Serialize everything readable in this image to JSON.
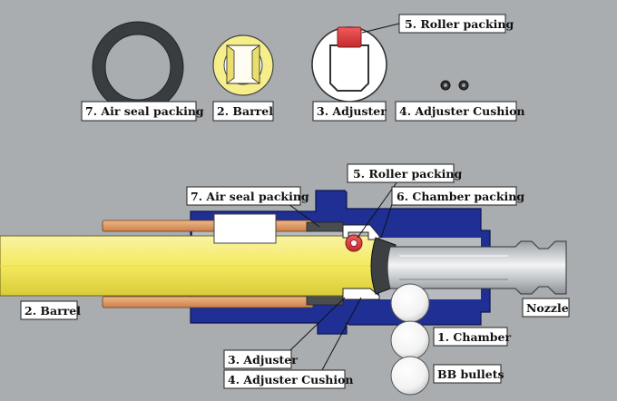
{
  "parts": {
    "air_seal": "7. Air seal packing",
    "barrel": "2. Barrel",
    "adjuster": "3. Adjuster",
    "adjuster_cushion": "4. Adjuster Cushion",
    "roller_packing": "5. Roller packing"
  },
  "assembly": {
    "roller_packing": "5. Roller packing",
    "air_seal": "7. Air seal packing",
    "chamber_packing": "6. Chamber packing",
    "barrel": "2. Barrel",
    "nozzle": "Nozzle",
    "chamber": "1. Chamber",
    "adjuster": "3. Adjuster",
    "adjuster_cushion": "4. Adjuster Cushion",
    "bb_bullets": "BB bullets"
  },
  "colors": {
    "background": "#a9adb0",
    "barrel_yellow": "#f5ec7c",
    "housing_blue": "#1f2f93",
    "packing_red": "#e0383c",
    "copper": "#e2a06e"
  }
}
